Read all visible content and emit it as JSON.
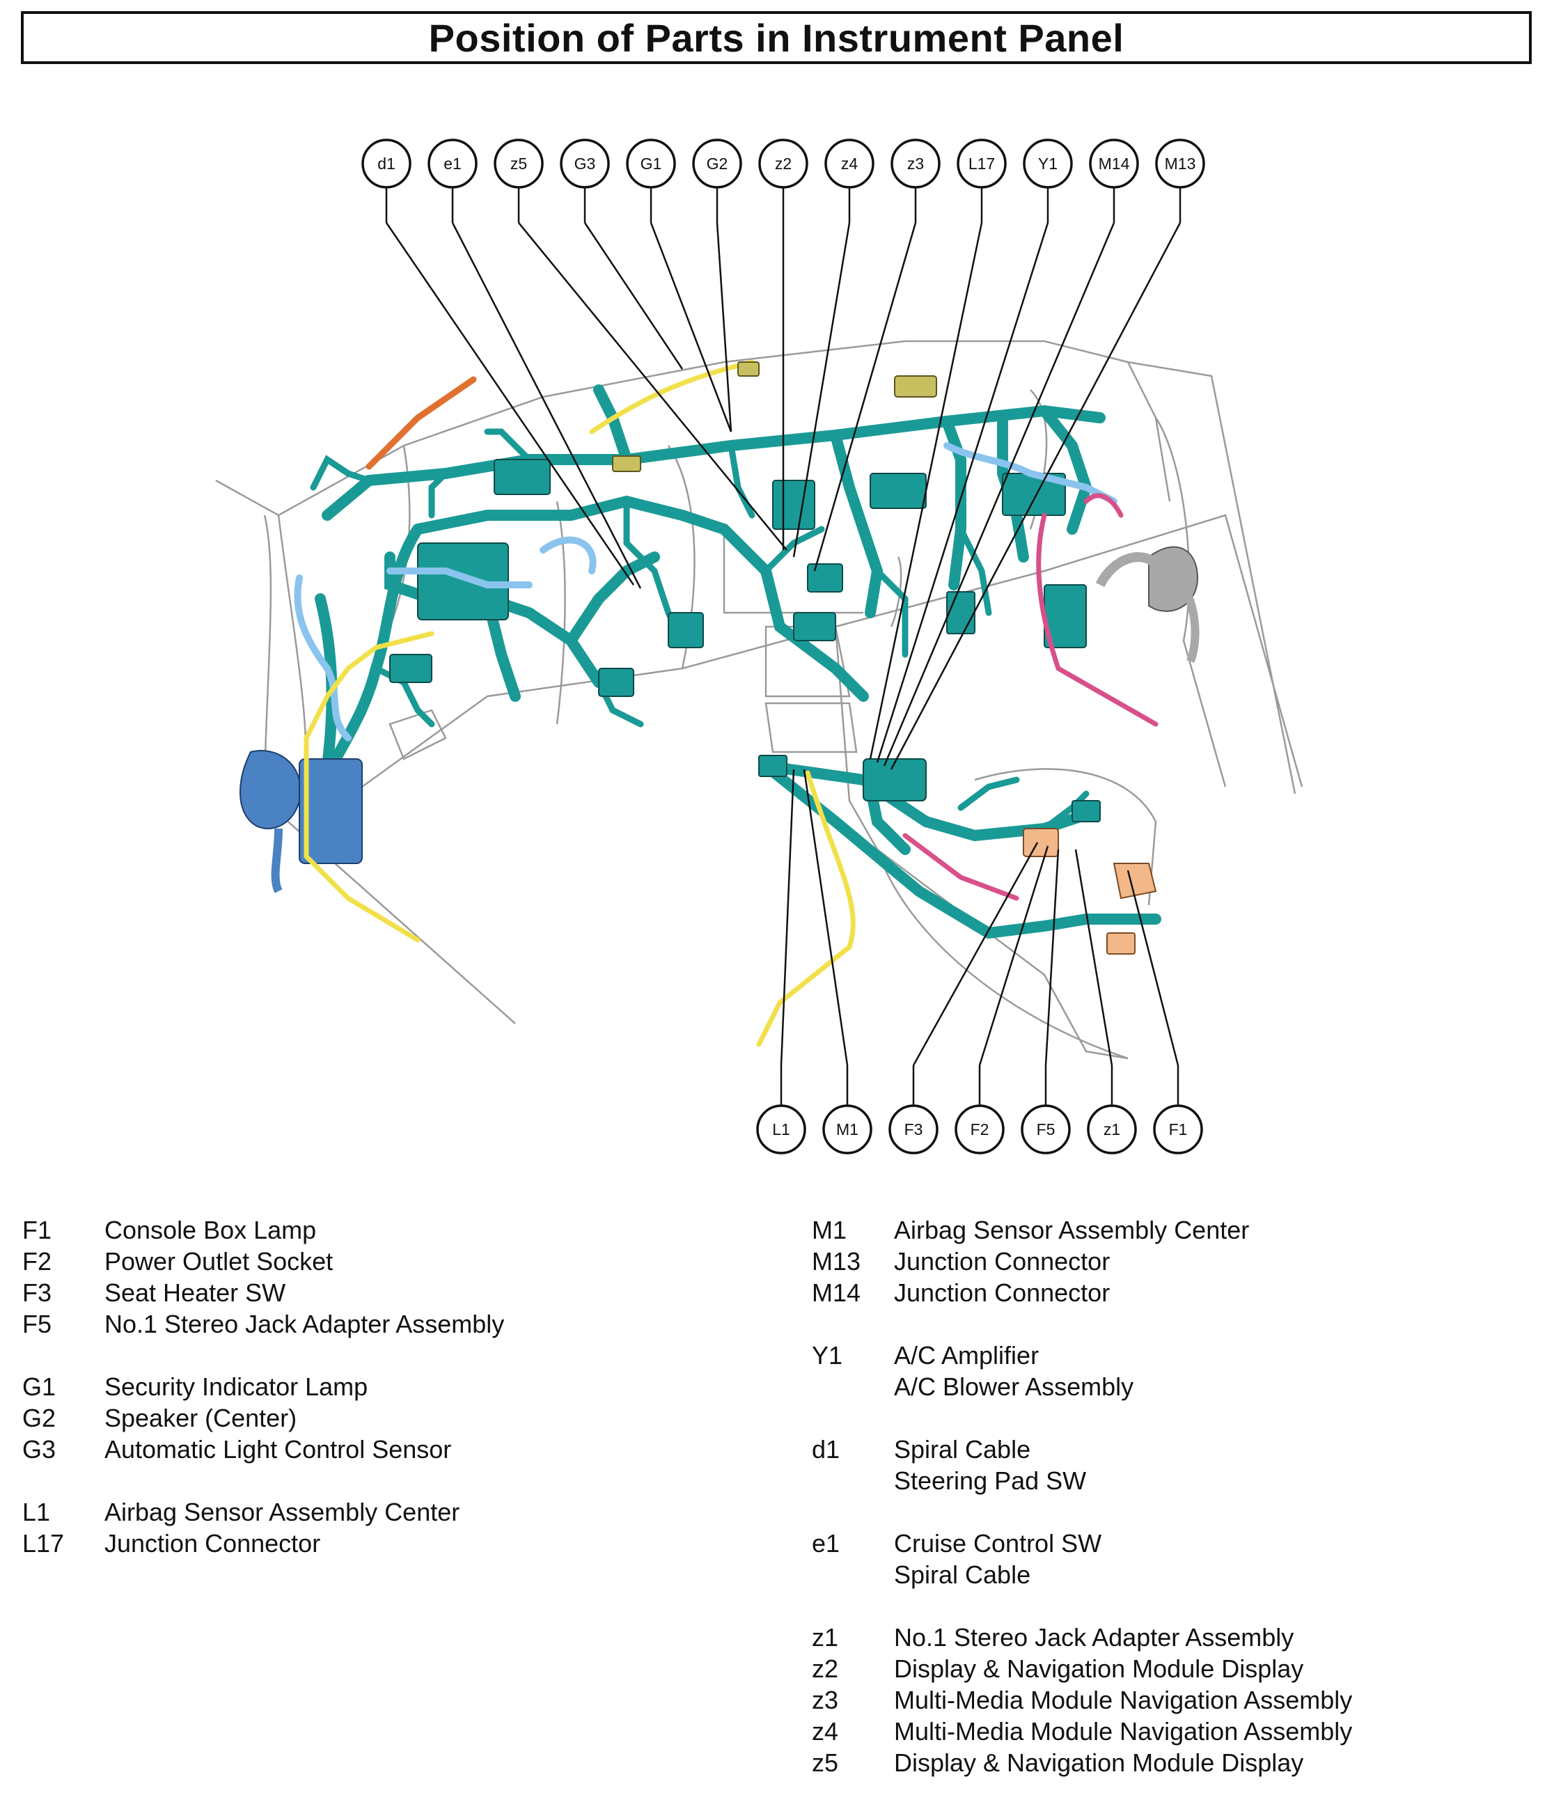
{
  "title": "Position of Parts in Instrument Panel",
  "callouts": {
    "top": [
      "d1",
      "e1",
      "z5",
      "G3",
      "G1",
      "G2",
      "z2",
      "z4",
      "z3",
      "L17",
      "Y1",
      "M14",
      "M13"
    ],
    "bottom": [
      "L1",
      "M1",
      "F3",
      "F2",
      "F5",
      "z1",
      "F1"
    ]
  },
  "legend_left": [
    {
      "code": "F1",
      "names": [
        "Console Box Lamp"
      ]
    },
    {
      "code": "F2",
      "names": [
        "Power Outlet Socket"
      ]
    },
    {
      "code": "F3",
      "names": [
        "Seat Heater SW"
      ]
    },
    {
      "code": "F5",
      "names": [
        "No.1 Stereo Jack Adapter Assembly"
      ]
    },
    {
      "gap": true
    },
    {
      "code": "G1",
      "names": [
        "Security Indicator Lamp"
      ]
    },
    {
      "code": "G2",
      "names": [
        "Speaker (Center)"
      ]
    },
    {
      "code": "G3",
      "names": [
        "Automatic Light Control Sensor"
      ]
    },
    {
      "gap": true
    },
    {
      "code": "L1",
      "names": [
        "Airbag Sensor Assembly Center"
      ]
    },
    {
      "code": "L17",
      "names": [
        "Junction Connector"
      ]
    }
  ],
  "legend_right": [
    {
      "code": "M1",
      "names": [
        "Airbag Sensor Assembly Center"
      ]
    },
    {
      "code": "M13",
      "names": [
        "Junction Connector"
      ]
    },
    {
      "code": "M14",
      "names": [
        "Junction Connector"
      ]
    },
    {
      "gap": true
    },
    {
      "code": "Y1",
      "names": [
        "A/C Amplifier",
        "A/C Blower Assembly"
      ]
    },
    {
      "gap": true
    },
    {
      "code": "d1",
      "names": [
        "Spiral Cable",
        "Steering Pad SW"
      ]
    },
    {
      "gap": true
    },
    {
      "code": "e1",
      "names": [
        "Cruise Control SW",
        "Spiral Cable"
      ]
    },
    {
      "gap": true
    },
    {
      "code": "z1",
      "names": [
        "No.1 Stereo Jack Adapter Assembly"
      ]
    },
    {
      "code": "z2",
      "names": [
        "Display & Navigation Module Display"
      ]
    },
    {
      "code": "z3",
      "names": [
        "Multi-Media Module Navigation Assembly"
      ]
    },
    {
      "code": "z4",
      "names": [
        "Multi-Media Module Navigation Assembly"
      ]
    },
    {
      "code": "z5",
      "names": [
        "Display & Navigation Module Display"
      ]
    }
  ],
  "colors": {
    "main_harness": "#1a9a96",
    "light_blue": "#8ac4ee",
    "blue": "#4a82c4",
    "yellow": "#f2e04a",
    "orange": "#e07030",
    "pink": "#d8508a",
    "peach": "#f2b88a",
    "olive": "#c8c060",
    "gray": "#a8a8a8"
  }
}
